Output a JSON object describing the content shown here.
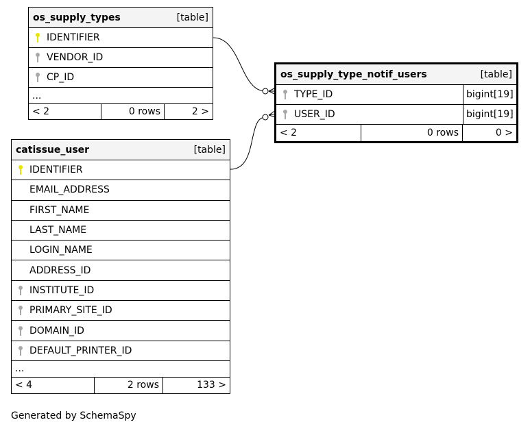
{
  "tables": {
    "os_supply_types": {
      "name": "os_supply_types",
      "kind": "[table]",
      "columns": [
        {
          "name": "IDENTIFIER",
          "key": "primary"
        },
        {
          "name": "VENDOR_ID",
          "key": "foreign"
        },
        {
          "name": "CP_ID",
          "key": "foreign"
        }
      ],
      "more": "...",
      "footer": {
        "prev": "< 2",
        "rows": "0 rows",
        "next": "2 >"
      }
    },
    "catissue_user": {
      "name": "catissue_user",
      "kind": "[table]",
      "columns": [
        {
          "name": "IDENTIFIER",
          "key": "primary"
        },
        {
          "name": "EMAIL_ADDRESS",
          "key": "none"
        },
        {
          "name": "FIRST_NAME",
          "key": "none"
        },
        {
          "name": "LAST_NAME",
          "key": "none"
        },
        {
          "name": "LOGIN_NAME",
          "key": "none"
        },
        {
          "name": "ADDRESS_ID",
          "key": "none"
        },
        {
          "name": "INSTITUTE_ID",
          "key": "foreign"
        },
        {
          "name": "PRIMARY_SITE_ID",
          "key": "foreign"
        },
        {
          "name": "DOMAIN_ID",
          "key": "foreign"
        },
        {
          "name": "DEFAULT_PRINTER_ID",
          "key": "foreign"
        }
      ],
      "more": "...",
      "footer": {
        "prev": "< 4",
        "rows": "2 rows",
        "next": "133 >"
      }
    },
    "os_supply_type_notif_users": {
      "name": "os_supply_type_notif_users",
      "kind": "[table]",
      "columns": [
        {
          "name": "TYPE_ID",
          "key": "foreign",
          "type": "bigint[19]"
        },
        {
          "name": "USER_ID",
          "key": "foreign",
          "type": "bigint[19]"
        }
      ],
      "footer": {
        "prev": "< 2",
        "rows": "0 rows",
        "next": "0 >"
      }
    }
  },
  "relationships": [
    {
      "from": "os_supply_type_notif_users.TYPE_ID",
      "to": "os_supply_types.IDENTIFIER"
    },
    {
      "from": "os_supply_type_notif_users.USER_ID",
      "to": "catissue_user.IDENTIFIER"
    }
  ],
  "colors": {
    "primary_key": "#e6e600",
    "foreign_key": "#a8a8a8",
    "header_bg": "#f4f4f4"
  },
  "caption": "Generated by SchemaSpy"
}
